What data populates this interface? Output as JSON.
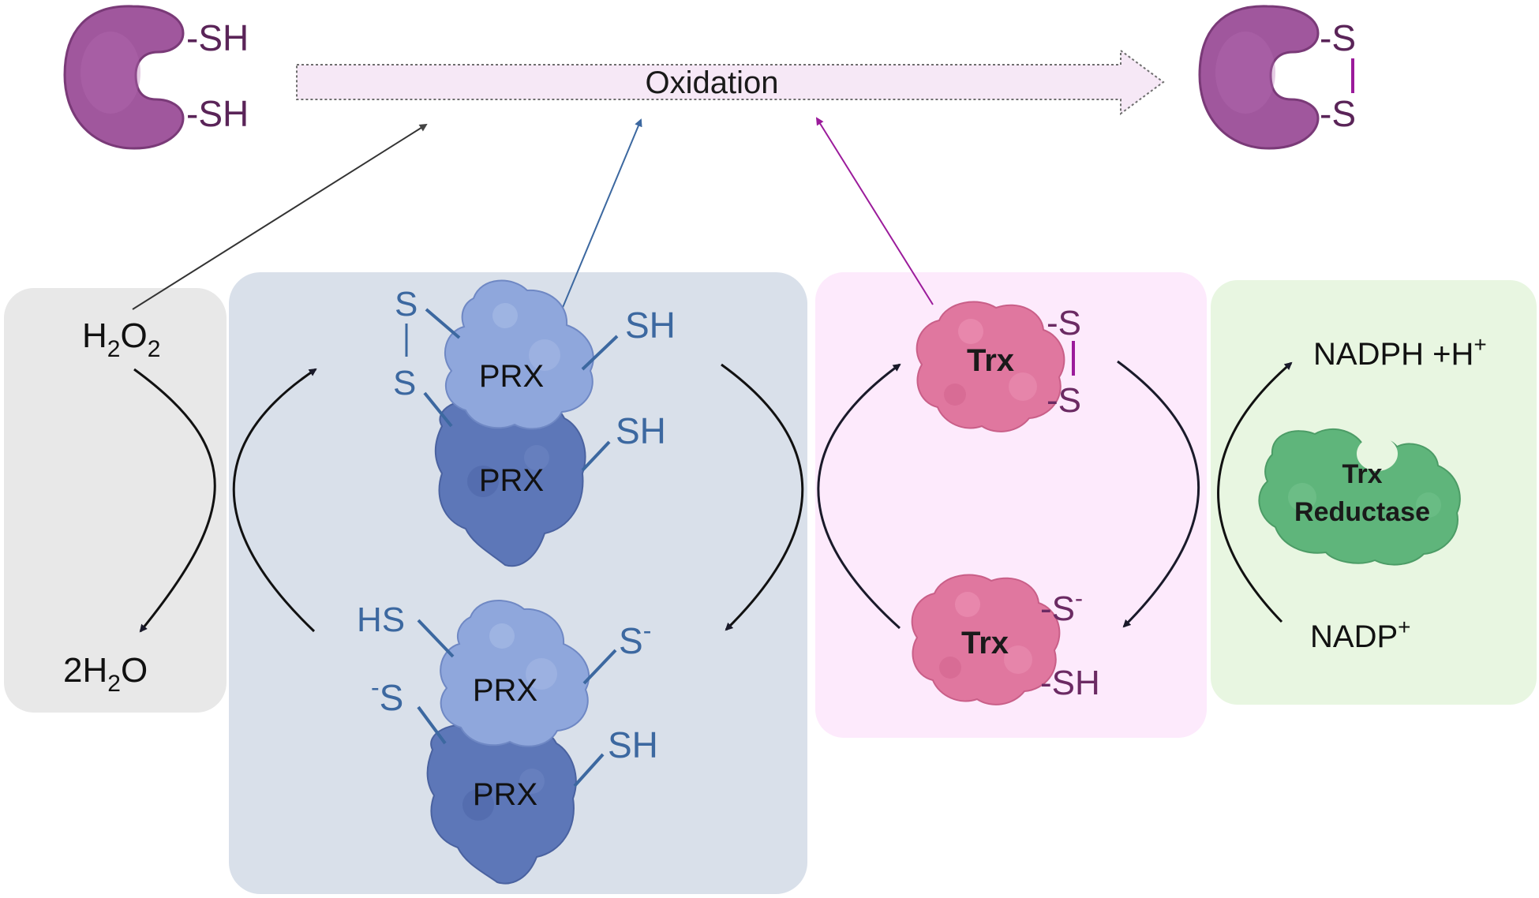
{
  "colors": {
    "substrate_purple": "#a0579d",
    "substrate_text": "#5a2458",
    "prx_blue_light": "#8fa7dc",
    "prx_blue_dark": "#5d77b8",
    "prx_text_blue": "#3c68a0",
    "trx_pink": "#e0779f",
    "trx_text": "#6b2a63",
    "reductase_green": "#5fb57b",
    "panel_grey": "#e8e8e8",
    "panel_blue": "#d9e0ea",
    "panel_pink": "#fdeafc",
    "panel_green": "#e8f6e1",
    "arrow_black": "#1a1a2a",
    "arrow_blue": "#3c68a0",
    "arrow_magenta": "#9b1b9b"
  },
  "top": {
    "left_thiols": [
      "-SH",
      "-SH"
    ],
    "process_label": "Oxidation",
    "right_disulfide": [
      "-S",
      "-S"
    ]
  },
  "peroxide_panel": {
    "substrate_label": {
      "base": "H",
      "sub1": "2",
      "mid": "O",
      "sub2": "2"
    },
    "product_label": {
      "pre": "2H",
      "sub": "2",
      "post": "O"
    }
  },
  "prx_panel": {
    "oxidized_dimer": {
      "upper_label": "PRX",
      "lower_label": "PRX",
      "disulfide_top": "S",
      "disulfide_bottom": "S",
      "upper_thiol": "SH",
      "lower_thiol": "SH"
    },
    "reduced_dimer": {
      "upper_label": "PRX",
      "lower_label": "PRX",
      "hs_label": "HS",
      "thiolate_right": {
        "base": "S",
        "sup": "-"
      },
      "thiolate_left": {
        "sup": "-",
        "base": "S"
      },
      "lower_thiol": "SH"
    }
  },
  "trx_panel": {
    "oxidized": {
      "label": "Trx",
      "top": "-S",
      "bottom": "-S"
    },
    "reduced": {
      "label": "Trx",
      "thiolate": {
        "base": "-S",
        "sup": "-"
      },
      "thiol": "-SH"
    }
  },
  "reductase_panel": {
    "nadph": {
      "base": "NADPH +H",
      "sup": "+"
    },
    "enzyme_line1": "Trx",
    "enzyme_line2": "Reductase",
    "nadp": {
      "base": "NADP",
      "sup": "+"
    }
  }
}
